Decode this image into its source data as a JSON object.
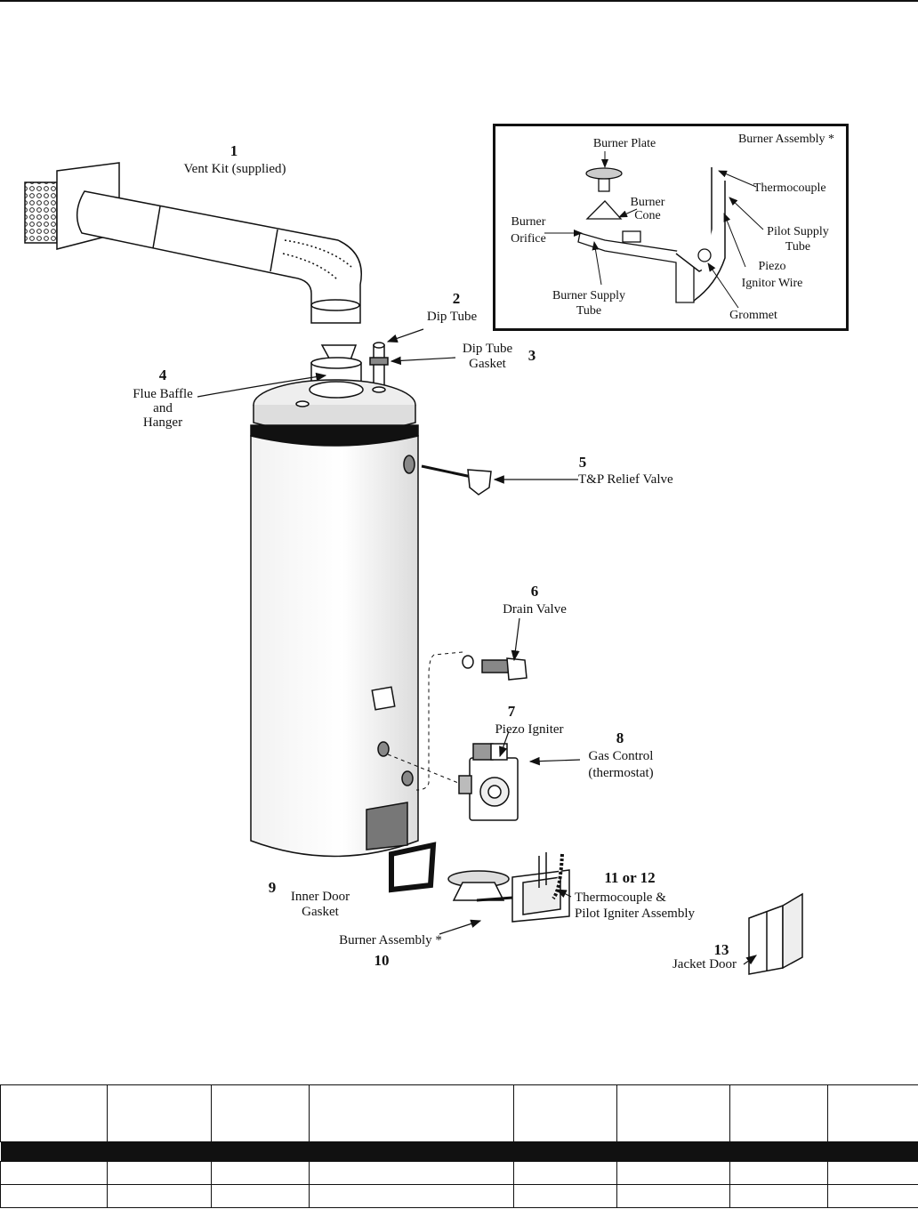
{
  "diagram": {
    "parts": [
      {
        "number": "1",
        "label": "Vent Kit (supplied)"
      },
      {
        "number": "2",
        "label": "Dip Tube"
      },
      {
        "number": "3",
        "label_line1": "Dip Tube",
        "label_line2": "Gasket"
      },
      {
        "number": "4",
        "label_line1": "Flue Baffle",
        "label_line2": "and",
        "label_line3": "Hanger"
      },
      {
        "number": "5",
        "label": "T&P Relief Valve"
      },
      {
        "number": "6",
        "label": "Drain Valve"
      },
      {
        "number": "7",
        "label": "Piezo Igniter"
      },
      {
        "number": "8",
        "label_line1": "Gas Control",
        "label_line2": "(thermostat)"
      },
      {
        "number": "9",
        "label_line1": "Inner Door",
        "label_line2": "Gasket"
      },
      {
        "number": "10",
        "label": "Burner Assembly *"
      },
      {
        "number": "11 or 12",
        "label_line1": "Thermocouple &",
        "label_line2": "Pilot Igniter Assembly"
      },
      {
        "number": "13",
        "label": "Jacket Door"
      }
    ],
    "inset": {
      "title": "Burner Assembly *",
      "labels": {
        "burner_plate": "Burner Plate",
        "burner_cone_1": "Burner",
        "burner_cone_2": "Cone",
        "burner_orifice_1": "Burner",
        "burner_orifice_2": "Orifice",
        "burner_supply_1": "Burner Supply",
        "burner_supply_2": "Tube",
        "thermocouple": "Thermocouple",
        "pilot_supply_1": "Pilot Supply",
        "pilot_supply_2": "Tube",
        "piezo_1": "Piezo",
        "piezo_2": "Ignitor Wire",
        "grommet": "Grommet"
      }
    }
  },
  "parts_table": {
    "columns": 8,
    "rows": 2
  }
}
